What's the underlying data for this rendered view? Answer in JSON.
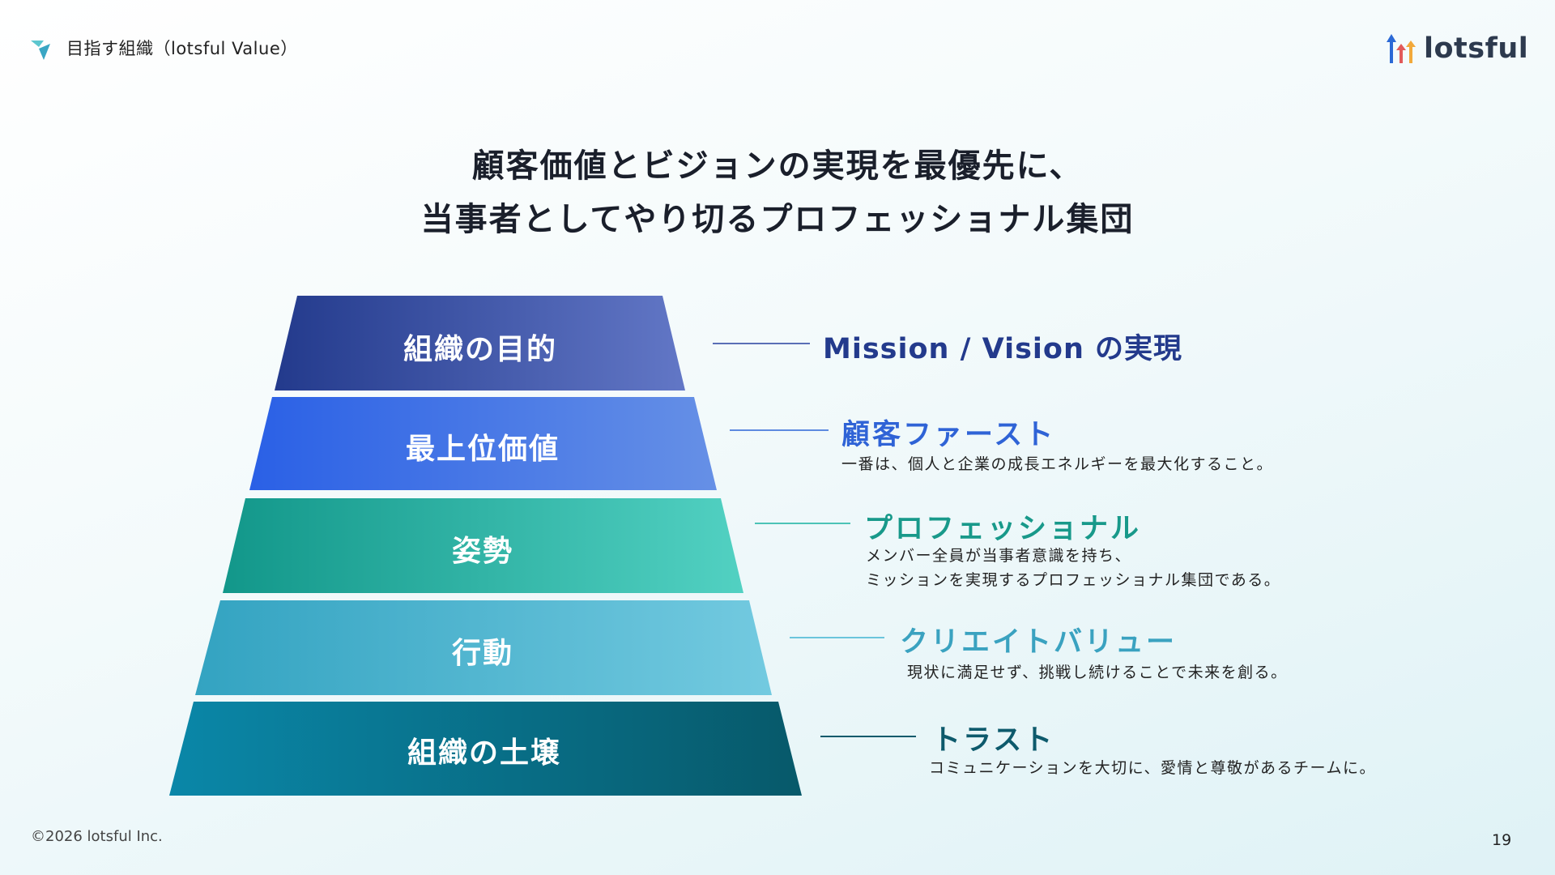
{
  "header": {
    "title": "目指す組織（lotsful Value）"
  },
  "logo": {
    "text": "lotsful"
  },
  "headline": {
    "line1": "顧客価値とビジョンの実現を最優先に、",
    "line2": "当事者としてやり切るプロフェッショナル集団"
  },
  "pyramid": [
    {
      "label": "組織の目的",
      "title": "Mission / Vision の実現",
      "desc": [],
      "color_from": "#233a8c",
      "color_to": "#6277c6",
      "accent": "#233a8c"
    },
    {
      "label": "最上位価値",
      "title": "顧客ファースト",
      "desc": [
        "一番は、個人と企業の成長エネルギーを最大化すること。"
      ],
      "color_from": "#2a60e6",
      "color_to": "#6690e6",
      "accent": "#2f63d6"
    },
    {
      "label": "姿勢",
      "title": "プロフェッショナル",
      "desc": [
        "メンバー全員が当事者意識を持ち、",
        "ミッションを実現するプロフェッショナル集団である。"
      ],
      "color_from": "#12978a",
      "color_to": "#52d1c2",
      "accent": "#18998a"
    },
    {
      "label": "行動",
      "title": "クリエイトバリュー",
      "desc": [
        "現状に満足せず、挑戦し続けることで未来を創る。"
      ],
      "color_from": "#33a3c1",
      "color_to": "#73cae0",
      "accent": "#3aa2c0"
    },
    {
      "label": "組織の土壌",
      "title": "トラスト",
      "desc": [
        "コミュニケーションを大切に、愛情と尊敬があるチームに。"
      ],
      "color_from": "#0a87a8",
      "color_to": "#07596a",
      "accent": "#0d5a6c"
    }
  ],
  "footer": {
    "copyright": "©2026 lotsful Inc.",
    "page": "19"
  }
}
